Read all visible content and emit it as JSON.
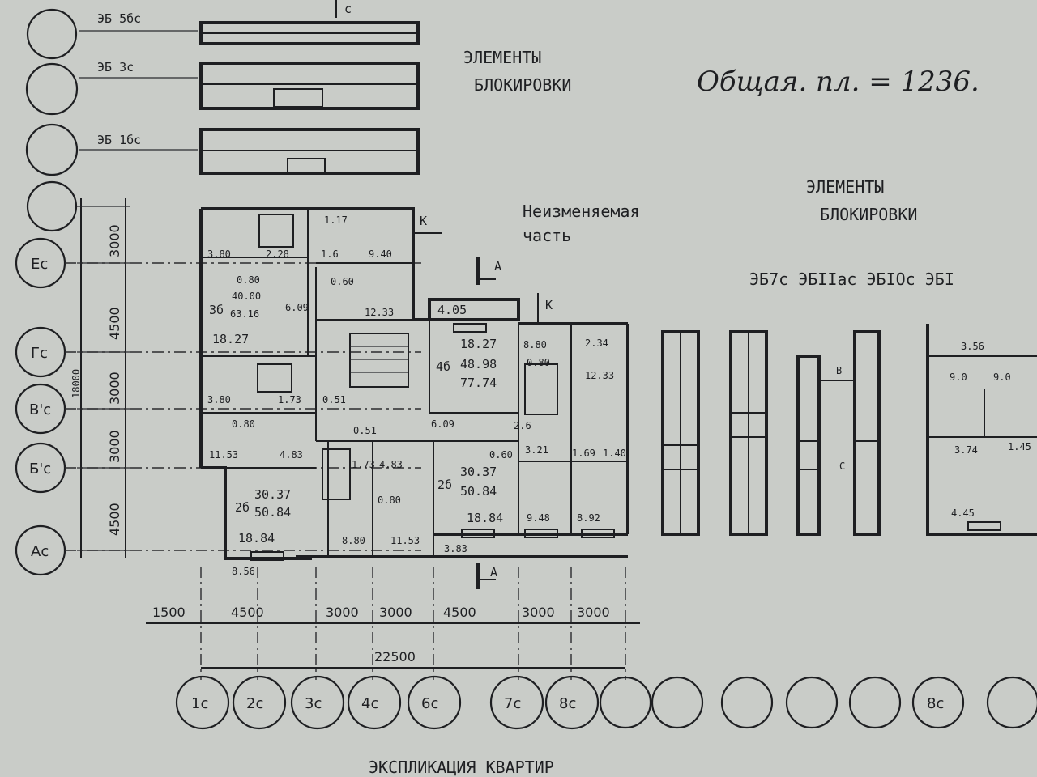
{
  "headings": {
    "blocking_elements_top": [
      "ЭЛЕМЕНТЫ",
      "БЛОКИРОВКИ"
    ],
    "blocking_elements_right": [
      "ЭЛЕМЕНТЫ",
      "БЛОКИРОВКИ"
    ],
    "unchanged_part": [
      "Неизменяемая",
      "часть"
    ],
    "total_area": "Общая. пл. = 1236.",
    "explication": "ЭКСПЛИКАЦИЯ КВАРТИР"
  },
  "block_element_labels": [
    "ЭБ 5бс",
    "ЭБ 3с",
    "ЭБ 1бс"
  ],
  "block_element_codes": "ЭБ7с ЭБIIас ЭБIОс ЭБI",
  "row_axes": [
    "Ес",
    "Гс",
    "В'с",
    "Б'с",
    "Ас"
  ],
  "row_dims": [
    "3000",
    "4500",
    "3000",
    "3000",
    "4500"
  ],
  "total_dim_left": "18000",
  "col_axes": [
    "1с",
    "2с",
    "3с",
    "4с",
    "6с",
    "7с",
    "8с",
    "8с"
  ],
  "col_dims": [
    "1500",
    "4500",
    "3000",
    "3000",
    "4500",
    "3000",
    "3000"
  ],
  "total_dim_bottom": "22500",
  "section_marks": [
    "с",
    "А",
    "К",
    "К",
    "А",
    "В",
    "С"
  ],
  "apartments": [
    {
      "code": "3б",
      "living": "40.00",
      "total": "63.16",
      "room": "18.27"
    },
    {
      "code": "4б",
      "room": "18.27",
      "living": "48.98",
      "total": "77.74"
    },
    {
      "code": "2б",
      "living": "30.37",
      "total": "50.84",
      "room": "18.84"
    },
    {
      "code": "2б",
      "living": "30.37",
      "total": "50.84",
      "room": "18.84"
    }
  ],
  "room_areas": [
    "3.80",
    "2.28",
    "1.6",
    "1.17",
    "9.40",
    "0.80",
    "6.09",
    "0.60",
    "12.33",
    "4.05",
    "8.80",
    "0.80",
    "2.34",
    "12.33",
    "3.80",
    "1.73",
    "0.51",
    "0.80",
    "6.09",
    "2.6",
    "11.53",
    "4.83",
    "0.51",
    "1.73",
    "4.83",
    "0.80",
    "0.60",
    "3.21",
    "1.69",
    "1.40",
    "8.80",
    "11.53",
    "9.48",
    "8.92",
    "3.83",
    "8.56",
    "3.56",
    "9.0",
    "9.0",
    "3.74",
    "1.45",
    "4.45"
  ]
}
